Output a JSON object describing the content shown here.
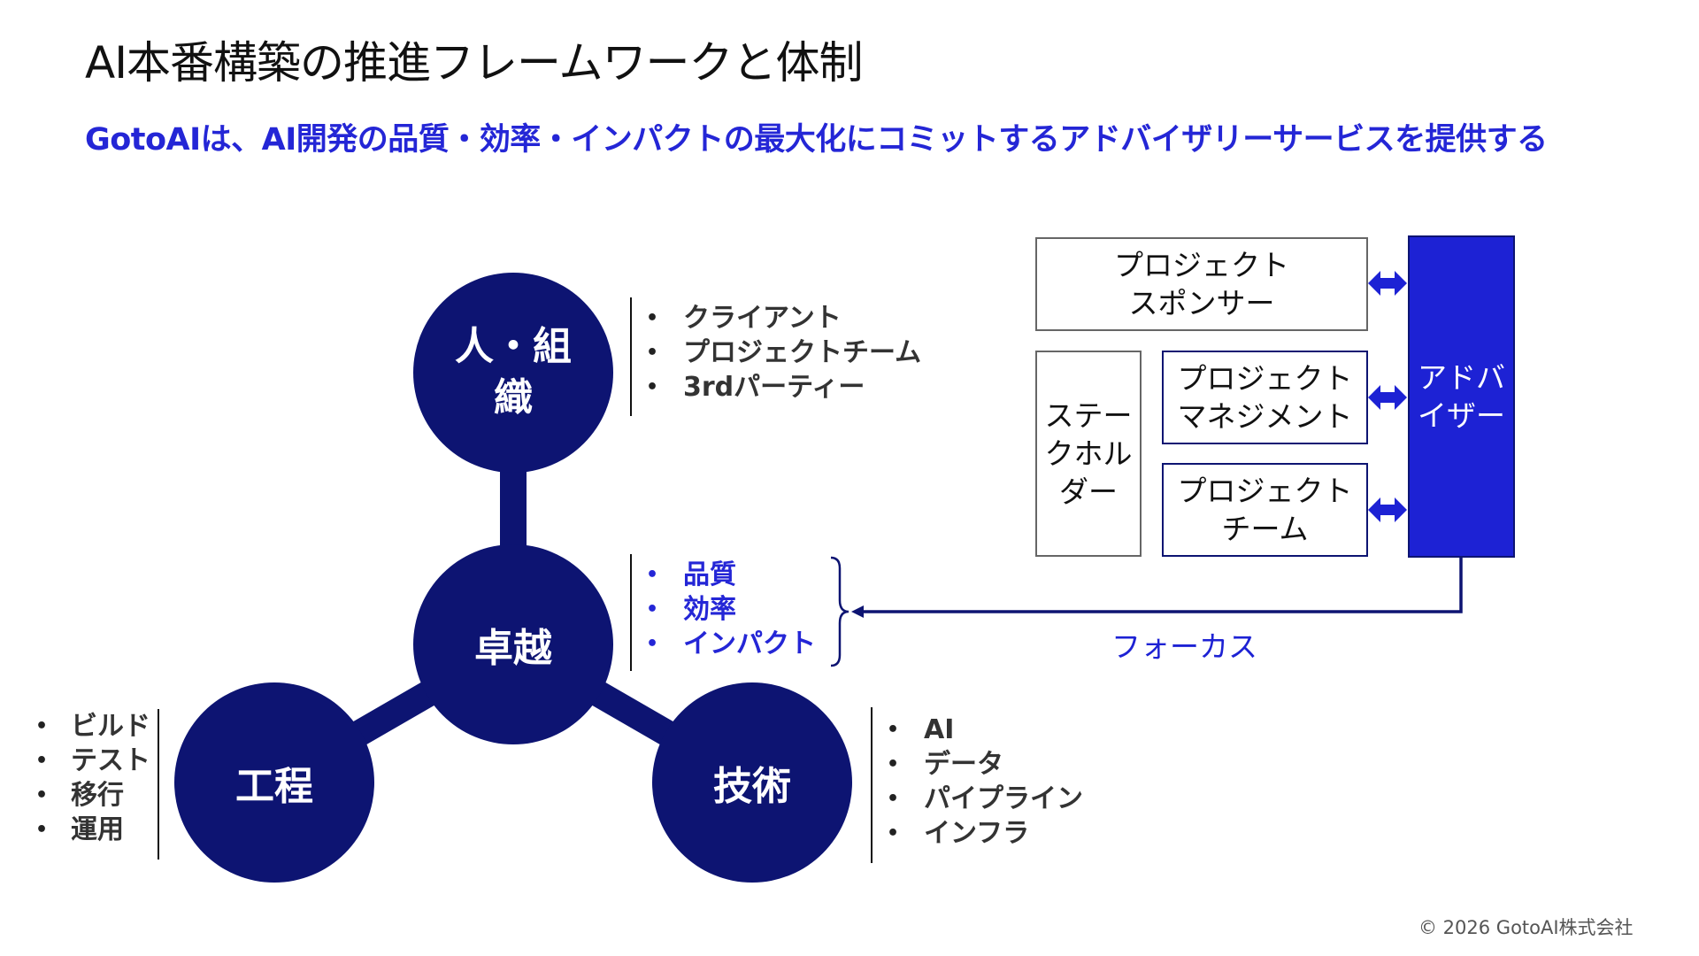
{
  "header": {
    "title": "AI本番構築の推進フレームワークと体制",
    "subtitle": "GotoAIは、AI開発の品質・効率・インパクトの最大化にコミットするアドバイザリーサービスを提供する"
  },
  "framework": {
    "people": {
      "line1": "人・組",
      "line2": "織",
      "items": [
        "クライアント",
        "プロジェクトチーム",
        "3rdパーティー"
      ]
    },
    "excellence": {
      "label": "卓越",
      "items": [
        "品質",
        "効率",
        "インパクト"
      ]
    },
    "process": {
      "label": "工程",
      "items": [
        "ビルド",
        "テスト",
        "移行",
        "運用"
      ]
    },
    "technology": {
      "label": "技術",
      "items": [
        "AI",
        "データ",
        "パイプライン",
        "インフラ"
      ]
    }
  },
  "structure": {
    "sponsor": {
      "line1": "プロジェクト",
      "line2": "スポンサー"
    },
    "stakeholder": {
      "line1": "ステー",
      "line2": "クホル",
      "line3": "ダー"
    },
    "manager": {
      "line1": "プロジェクト",
      "line2": "マネジメント"
    },
    "team": {
      "line1": "プロジェクト",
      "line2": "チーム"
    },
    "advisor": {
      "line1": "アドバ",
      "line2": "イザー"
    },
    "focus_label": "フォーカス"
  },
  "footer": {
    "copyright": "© 2026 GotoAI株式会社"
  },
  "colors": {
    "navy": "#0d1472",
    "accent_blue": "#2426d6",
    "advisor_blue": "#1d22d4"
  }
}
